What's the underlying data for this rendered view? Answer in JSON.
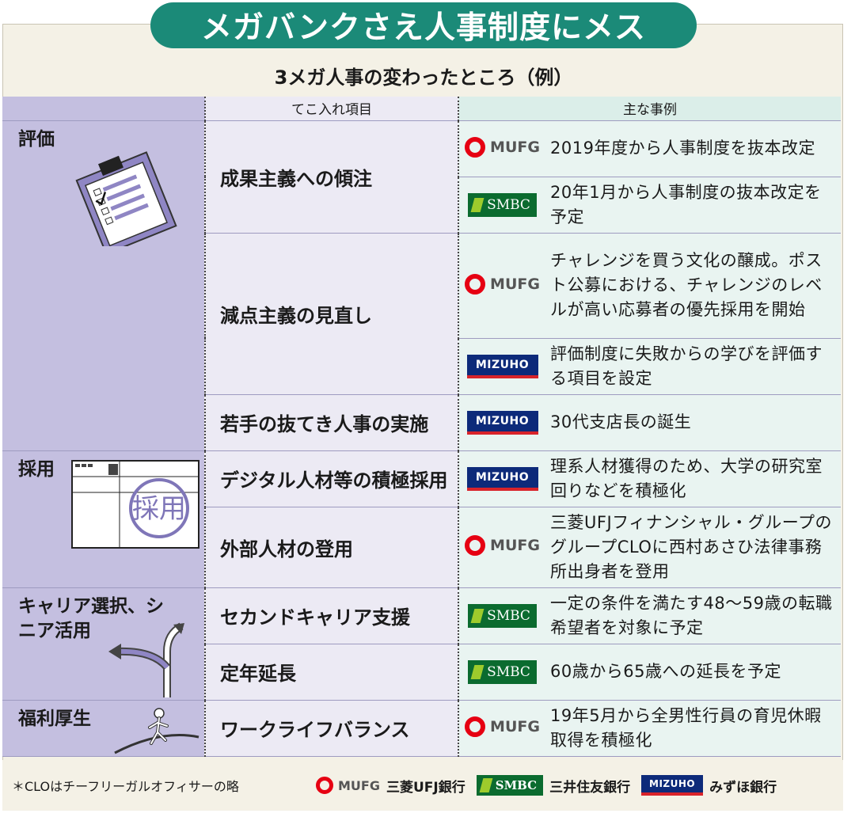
{
  "title": "メガバンクさえ人事制度にメス",
  "subtitle": "3メガ人事の変わったところ（例）",
  "headers": {
    "item": "てこ入れ項目",
    "example": "主な事例"
  },
  "banks": {
    "mufg": {
      "logo_text": "MUFG",
      "name": "三菱UFJ銀行"
    },
    "smbc": {
      "logo_text": "SMBC",
      "name": "三井住友銀行"
    },
    "mizuho": {
      "logo_text": "MIZUHO",
      "name": "みずほ銀行"
    }
  },
  "categories": {
    "evaluation": "評価",
    "hiring": "採用",
    "career": "キャリア選択、シニア活用",
    "welfare": "福利厚生"
  },
  "items": {
    "performance": "成果主義への傾注",
    "demerit": "減点主義の見直し",
    "young": "若手の抜てき人事の実施",
    "digital": "デジタル人材等の積極採用",
    "external": "外部人材の登用",
    "second_career": "セカンドキャリア支援",
    "retirement": "定年延長",
    "worklife": "ワークライフバランス"
  },
  "examples": {
    "e1": "2019年度から人事制度を抜本改定",
    "e2": "20年1月から人事制度の抜本改定を予定",
    "e3": "チャレンジを買う文化の醸成。ポスト公募における、チャレンジのレベルが高い応募者の優先採用を開始",
    "e4": "評価制度に失敗からの学びを評価する項目を設定",
    "e5": "30代支店長の誕生",
    "e6": "理系人材獲得のため、大学の研究室回りなどを積極化",
    "e7": "三菱UFJフィナンシャル・グループのグループCLOに西村あさひ法律事務所出身者を登用",
    "e8": "一定の条件を満たす48～59歳の転職希望者を対象に予定",
    "e9": "60歳から65歳への延長を予定",
    "e10": "19年5月から全男性行員の育児休暇取得を積極化"
  },
  "illustration": {
    "stamp_text": "採用"
  },
  "footnote": "＊CLOはチーフリーガルオフィサーの略",
  "colors": {
    "title_bg": "#1b8a78",
    "category_bg": "#c4bfe0",
    "example_bg": "#e9f4f1",
    "mufg_red": "#e60012",
    "smbc_green": "#0b6b2f",
    "mizuho_blue": "#0d2a7a"
  }
}
